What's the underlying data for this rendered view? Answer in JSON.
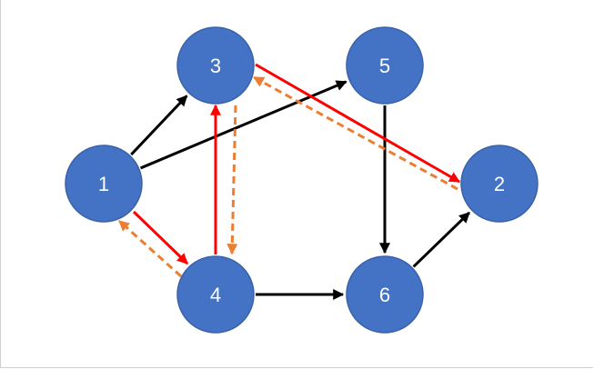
{
  "colors": {
    "node_fill": "#4472c4",
    "node_stroke": "#3a62a8",
    "label": "#ffffff",
    "edge_black": "#000000",
    "edge_red": "#ff0000",
    "edge_orange_dashed": "#ed7d31"
  },
  "nodes": [
    {
      "id": "1",
      "label": "1"
    },
    {
      "id": "2",
      "label": "2"
    },
    {
      "id": "3",
      "label": "3"
    },
    {
      "id": "4",
      "label": "4"
    },
    {
      "id": "5",
      "label": "5"
    },
    {
      "id": "6",
      "label": "6"
    }
  ],
  "edges": [
    {
      "from": "1",
      "to": "3",
      "style": "black"
    },
    {
      "from": "1",
      "to": "5",
      "style": "black"
    },
    {
      "from": "5",
      "to": "6",
      "style": "black"
    },
    {
      "from": "4",
      "to": "6",
      "style": "black"
    },
    {
      "from": "6",
      "to": "2",
      "style": "black"
    },
    {
      "from": "1",
      "to": "4",
      "style": "red"
    },
    {
      "from": "4",
      "to": "3",
      "style": "red"
    },
    {
      "from": "3",
      "to": "2",
      "style": "red"
    },
    {
      "from": "2",
      "to": "3",
      "style": "orange-dashed"
    },
    {
      "from": "3",
      "to": "4",
      "style": "orange-dashed"
    },
    {
      "from": "4",
      "to": "1",
      "style": "orange-dashed"
    }
  ]
}
